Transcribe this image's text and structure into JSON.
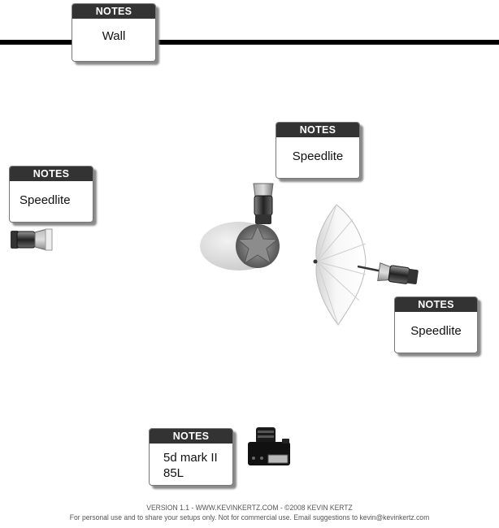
{
  "wall": {
    "label": "Wall"
  },
  "notes": [
    {
      "header": "NOTES",
      "text": "Wall"
    },
    {
      "header": "NOTES",
      "text": "Speedlite"
    },
    {
      "header": "NOTES",
      "text": "Speedlite"
    },
    {
      "header": "NOTES",
      "text": "Speedlite"
    },
    {
      "header": "NOTES",
      "text": "5d mark II\n85L"
    }
  ],
  "footer": {
    "line1": "VERSION 1.1   -   WWW.KEVINKERTZ.COM   -   ©2008 KEVIN KERTZ",
    "line2": "For personal use and to share your setups only. Not for commercial use.  Email suggestions to kevin@kevinkertz.com"
  },
  "icons": [
    "speedlite-icon",
    "subject-icon",
    "umbrella-icon",
    "camera-icon"
  ],
  "colors": {
    "header": "#333333",
    "wall": "#000000",
    "shadow": "#8a8a8a"
  }
}
